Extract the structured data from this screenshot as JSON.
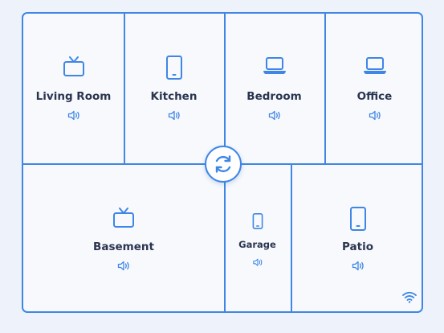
{
  "colors": {
    "accent": "#3f86e6",
    "text": "#2a3550",
    "background": "#eef3fb",
    "panel": "#f7f9fd"
  },
  "hub": {
    "icon": "sync-icon"
  },
  "rooms": [
    {
      "label": "Living Room",
      "device_icon": "tv-icon"
    },
    {
      "label": "Kitchen",
      "device_icon": "tablet-icon"
    },
    {
      "label": "Bedroom",
      "device_icon": "laptop-icon"
    },
    {
      "label": "Office",
      "device_icon": "laptop-icon"
    },
    {
      "label": "Basement",
      "device_icon": "tv-icon"
    },
    {
      "label": "Garage",
      "device_icon": "phone-icon"
    },
    {
      "label": "Patio",
      "device_icon": "tablet-icon"
    }
  ],
  "speaker_icon": "speaker-icon",
  "status": {
    "icon": "wifi-icon"
  }
}
